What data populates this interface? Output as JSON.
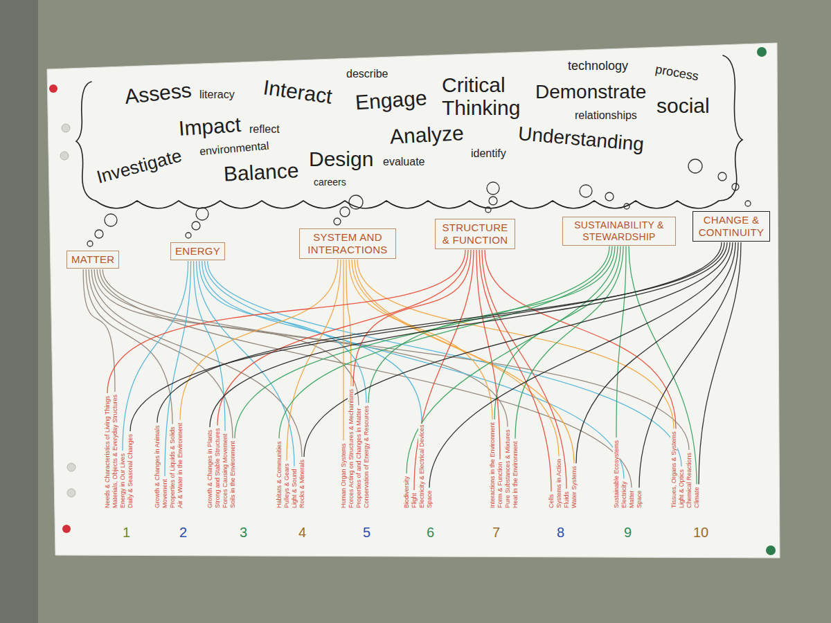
{
  "diagram": {
    "nodes": [
      {
        "text": [
          "Assess",
          "literacy",
          "Interact",
          "describe",
          "Engage",
          "Critical Thinking",
          "technology",
          "process",
          "Demonstrate",
          "social",
          "Impact",
          "reflect",
          "relationships",
          "Understanding",
          "Analyze",
          "identify",
          "Investigate",
          "environmental",
          "Balance",
          "Design",
          "careers",
          "evaluate"
        ]
      },
      {
        "text": [
          "MATTER"
        ]
      },
      {
        "text": [
          "ENERGY"
        ]
      },
      {
        "text": [
          "SYSTEM AND INTERACTIONS"
        ]
      },
      {
        "text": [
          "STRUCTURE & FUNCTION"
        ]
      },
      {
        "text": [
          "SUSTAINABILITY & STEWARDSHIP"
        ]
      },
      {
        "text": [
          "CHANGE & CONTINUITY"
        ]
      }
    ],
    "labels": [
      "Needs & Characteristics of Living Things",
      "Materials, Objects & Everyday Structures",
      "Energy in Our Lives",
      "Daily & Seasonal Changes",
      "1",
      "Growth & Changes in Animals",
      "Movement",
      "Properties of Liquids & Solids",
      "Air & Water in the Environment",
      "2",
      "Growth & Changes in Plants",
      "Strong and Stable Structures",
      "Forces Causing Movement",
      "Soils in the Environment",
      "3",
      "Habitats & Communities",
      "Pulleys & Gears",
      "Light & Sound",
      "Rocks & Minerals",
      "4",
      "Human Organ Systems",
      "Forces Acting on Structures & Mechanisms",
      "Properties of and Changes in Matter",
      "Conservation of Energy & Resources",
      "5",
      "Biodiversity",
      "Flight",
      "Electricity & Electrical Devices",
      "Space",
      "6",
      "Interactions in the Environment",
      "Form & Function",
      "Pure Substances & Mixtures",
      "Heat in the Environment",
      "7",
      "Cells",
      "Systems in Action",
      "Fluids",
      "Water Systems",
      "8",
      "Sustainable Ecosystems",
      "Electricity",
      "Matter",
      "Space",
      "9",
      "Tissues, Organs & Systems",
      "Light & Optics",
      "Chemical Reactions",
      "Climate",
      "10"
    ]
  }
}
